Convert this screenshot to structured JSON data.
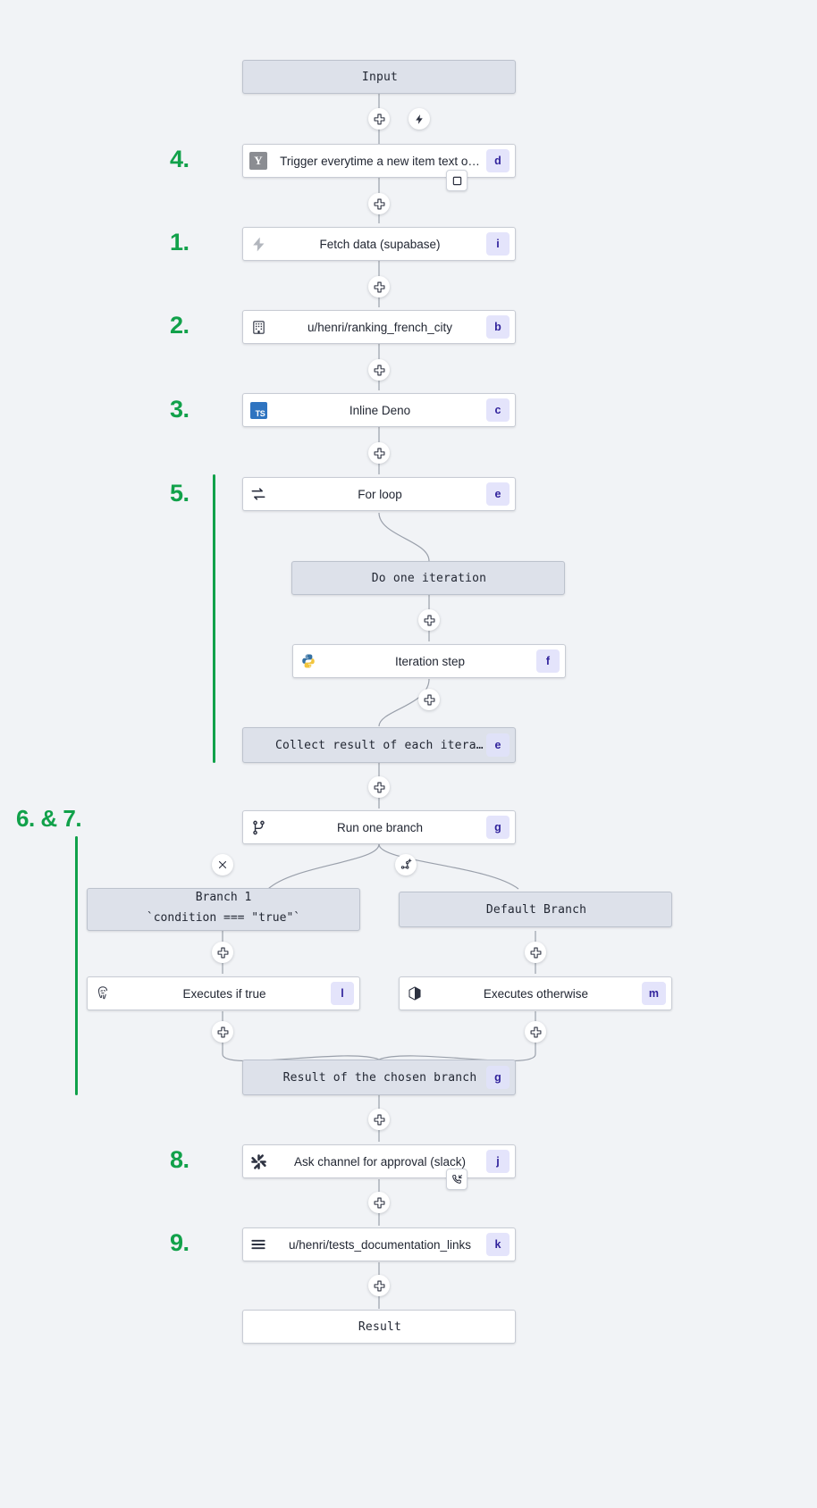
{
  "canvas": {
    "background": "#f1f3f6",
    "accent_green": "#11a14a",
    "badge_bg": "#e4e4fb",
    "badge_fg": "#31239c"
  },
  "nodes": {
    "input": {
      "label": "Input"
    },
    "trigger": {
      "label": "Trigger everytime a new item text o…",
      "badge": "d",
      "icon": "ycombinator-icon"
    },
    "fetch_data": {
      "label": "Fetch data (supabase)",
      "badge": "i",
      "icon": "supabase-icon"
    },
    "ranking": {
      "label": "u/henri/ranking_french_city",
      "badge": "b",
      "icon": "grid-app-icon"
    },
    "inline_deno": {
      "label": "Inline Deno",
      "badge": "c",
      "icon": "typescript-icon"
    },
    "for_loop": {
      "label": "For loop",
      "badge": "e",
      "icon": "loop-arrows-icon"
    },
    "do_one_iteration": {
      "label": "Do one iteration"
    },
    "iteration_step": {
      "label": "Iteration step",
      "badge": "f",
      "icon": "python-icon"
    },
    "collect_result": {
      "label": "Collect result of each iteration",
      "badge": "e"
    },
    "run_one_branch": {
      "label": "Run one branch",
      "badge": "g",
      "icon": "branch-fork-icon"
    },
    "branch_1": {
      "label_line1": "Branch 1",
      "label_line2": "`condition === \"true\"`"
    },
    "default_branch": {
      "label": "Default Branch"
    },
    "executes_if_true": {
      "label": "Executes if true",
      "badge": "l",
      "icon": "postgresql-icon"
    },
    "executes_otherwise": {
      "label": "Executes otherwise",
      "badge": "m",
      "icon": "bun-cube-icon"
    },
    "result_chosen": {
      "label": "Result of the chosen branch",
      "badge": "g"
    },
    "ask_channel": {
      "label": "Ask channel for approval (slack)",
      "badge": "j",
      "icon": "slack-icon"
    },
    "tests_docs": {
      "label": "u/henri/tests_documentation_links",
      "badge": "k",
      "icon": "hamburger-lines-icon"
    },
    "result": {
      "label": "Result"
    }
  },
  "handles": {
    "plus": "plus-icon",
    "bolt": "bolt-icon",
    "close": "close-x-icon",
    "add_branch": "add-branch-icon",
    "checkbox": "checkbox-square-icon",
    "phone": "phone-incoming-icon"
  },
  "steps": [
    {
      "id": "step-4",
      "label": "4."
    },
    {
      "id": "step-1",
      "label": "1."
    },
    {
      "id": "step-2",
      "label": "2."
    },
    {
      "id": "step-3",
      "label": "3."
    },
    {
      "id": "step-5",
      "label": "5."
    },
    {
      "id": "step-67",
      "label": "6. & 7."
    },
    {
      "id": "step-8",
      "label": "8."
    },
    {
      "id": "step-9",
      "label": "9."
    }
  ]
}
